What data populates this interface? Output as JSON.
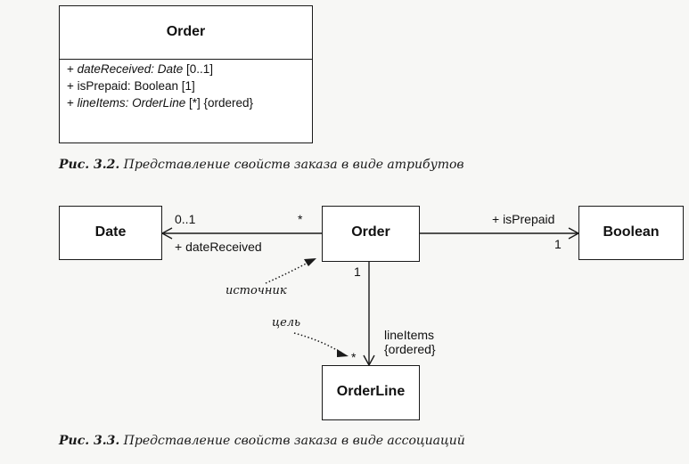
{
  "figure_3_2": {
    "class_name": "Order",
    "attributes": [
      {
        "prefix": "+ ",
        "name": "dateReceived:",
        "type": " Date",
        "mult": "  [0..1]"
      },
      {
        "prefix": "+ ",
        "name": "isPrepaid:",
        "type": " Boolean",
        "mult": "  [1]"
      },
      {
        "prefix": "+ ",
        "name": "lineItems:",
        "type": " OrderLine",
        "mult": " [*]  {ordered}"
      }
    ],
    "caption_num": "Рис. 3.2.",
    "caption_text": " Представление свойств заказа в виде атрибутов"
  },
  "figure_3_3": {
    "classes": {
      "date": "Date",
      "order": "Order",
      "boolean": "Boolean",
      "orderline": "OrderLine"
    },
    "labels": {
      "date_mult": "0..1",
      "order_star": "*",
      "date_role": "+ dateReceived",
      "prepaid_role": "+ isPrepaid",
      "boolean_mult": "1",
      "order_one": "1",
      "lineitems_role": "lineItems",
      "lineitems_prop": "{ordered}",
      "orderline_star": "*"
    },
    "annotations": {
      "source": "источник",
      "target": "цель"
    },
    "caption_num": "Рис. 3.3.",
    "caption_text": " Представление свойств заказа в виде ассоциаций"
  }
}
